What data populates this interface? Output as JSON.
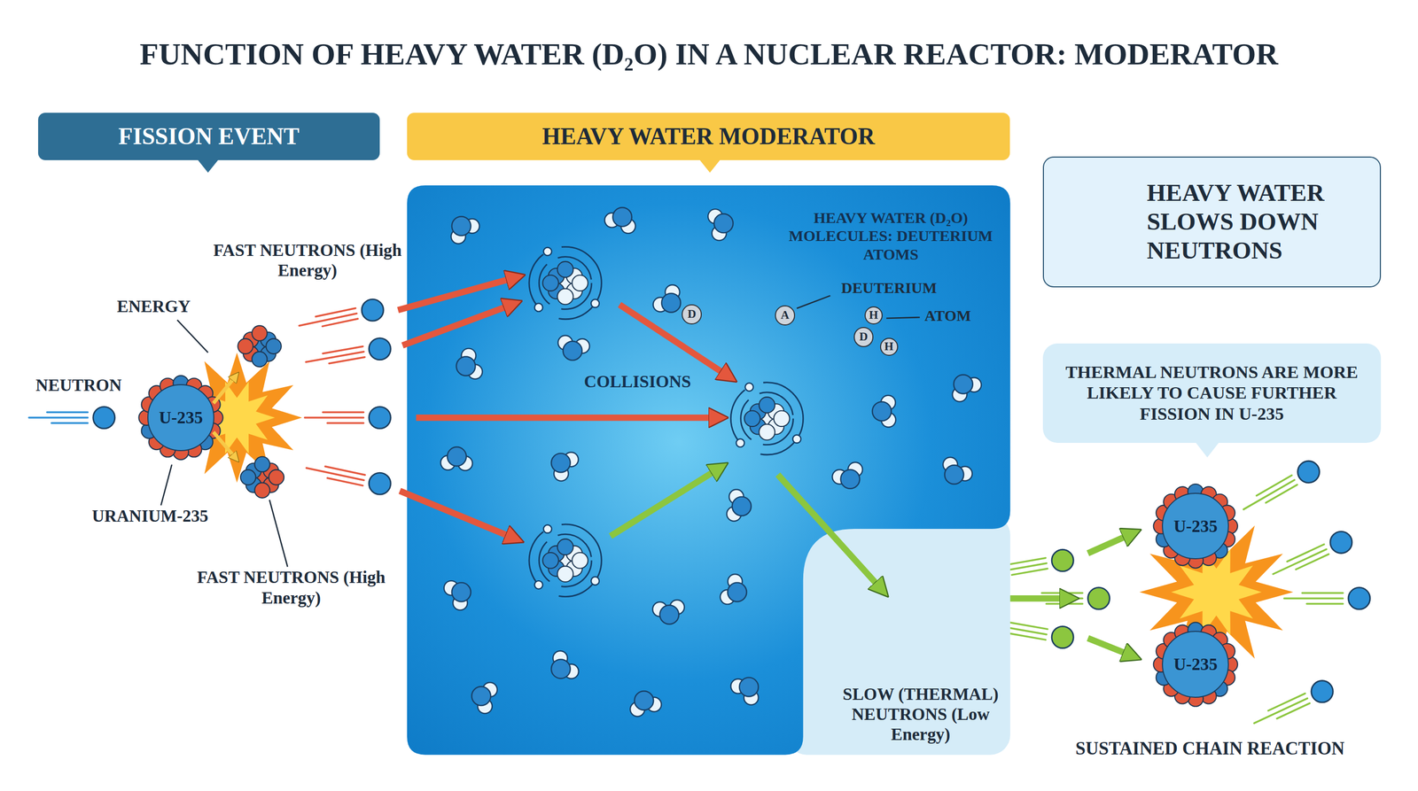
{
  "diagram": {
    "title": "FUNCTION OF HEAVY WATER (D₂O) IN A NUCLEAR REACTOR: MODERATOR",
    "nodes": [
      {
        "text": [
          "FISSION EVENT"
        ]
      },
      {
        "text": [
          "U-235"
        ]
      },
      {
        "text": [
          "HEAVY WATER MODERATOR"
        ]
      },
      {
        "text": [
          "HEAVY WATER (D₂O) MOLECULES: DEUTERIUM ATOMS",
          "COLLISIONS"
        ]
      },
      {
        "text": [
          "D"
        ],
        "in": 3
      },
      {
        "text": [
          "A"
        ],
        "in": 3
      },
      {
        "text": [
          "H"
        ],
        "in": 3
      },
      {
        "text": [
          "D"
        ],
        "in": 3
      },
      {
        "text": [
          "H"
        ],
        "in": 3
      },
      {
        "text": [
          "HEAVY WATER SLOWS DOWN NEUTRONS"
        ]
      },
      {
        "text": [
          "THERMAL NEUTRONS ARE MORE LIKELY TO CAUSE FURTHER FISSION IN U-235"
        ]
      },
      {
        "text": [
          "U-235"
        ]
      },
      {
        "text": [
          "U-235"
        ]
      }
    ],
    "labels": [
      "FAST NEUTRONS (High Energy)",
      "ENERGY",
      "NEUTRON",
      "URANIUM-235",
      "FAST NEUTRONS (High Energy)",
      "DEUTERIUM",
      "ATOM",
      "SLOW (THERMAL) NEUTRONS (Low Energy)",
      "SUSTAINED CHAIN REACTION"
    ]
  }
}
